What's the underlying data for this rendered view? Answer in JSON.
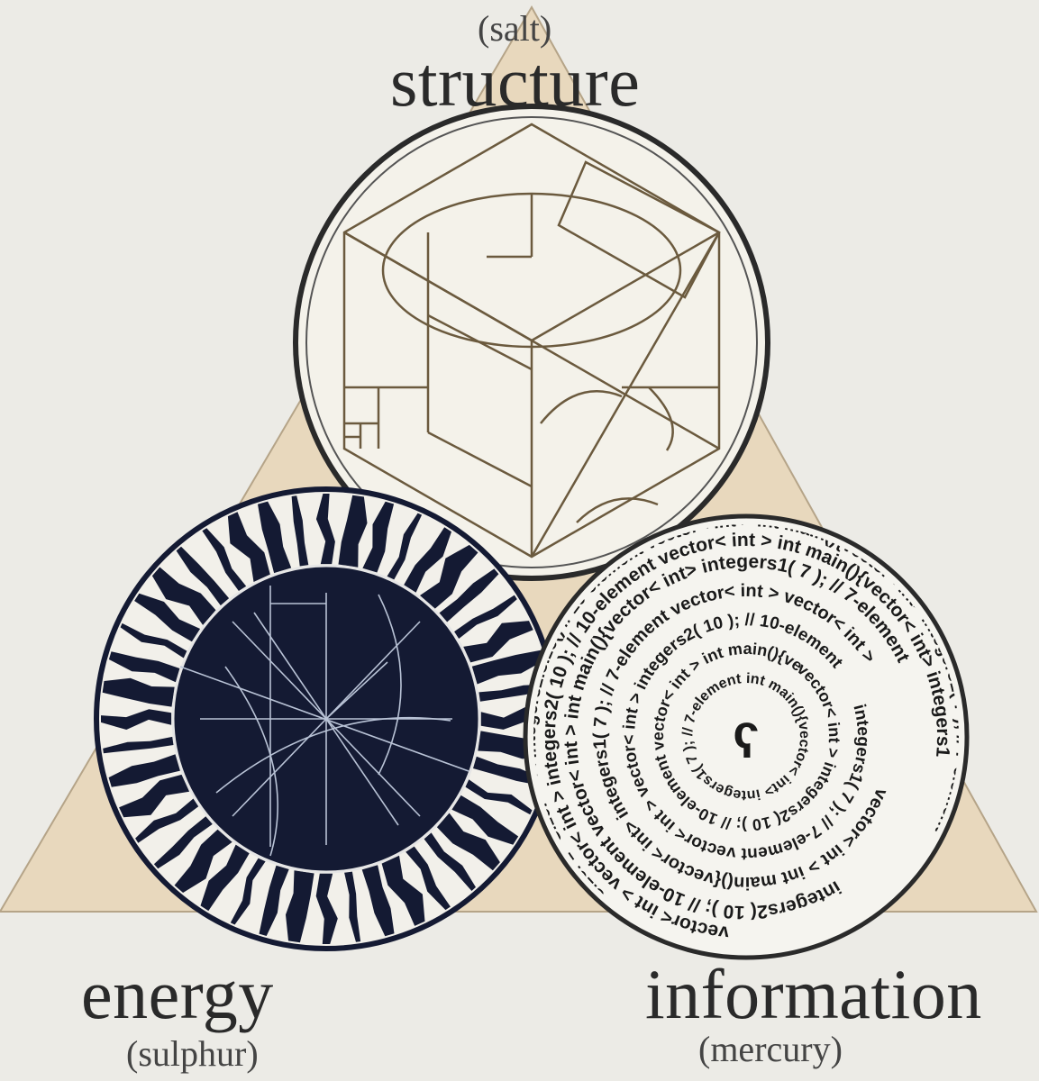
{
  "labels": {
    "top_sub": "(salt)",
    "top_main": "structure",
    "left_main": "energy",
    "left_sub": "(sulphur)",
    "right_main": "information",
    "right_sub": "(mercury)"
  },
  "information_circle": {
    "center_glyph": "ҁ",
    "rings": [
      "int main(){vector< int> integers1( 7 ); // 7-element vector< int >",
      "vector< int > integers2( 10 ); // 10-element vector< int > int main(){vector< int>",
      "integers1( 7 ); // 7-element vector< int > vector< int > integers2( 10 ); // 10-element",
      "vector< int > int main(){vector< int> integers1( 7 ); // 7-element vector< int > vector< int >",
      "integers2( 10 ); // 10-element vector< int > int main(){vector< int> integers1( 7 ); // 7-element",
      "vector< int > vector< int > integers2( 10 ); // 10-element vector< int > int main(){vector< int> integers1",
      "size: 1 \"Size: \" << integers2.size() // 10-element vector< int > int main(){vector< int> integers1( 7 ); // 7-element"
    ]
  },
  "colors": {
    "background": "#ecebe6",
    "triangle_fill": "#e8d8bd",
    "ink": "#2a2a2a",
    "energy_core": "#141a33",
    "energy_lines": "#b9c3d6"
  }
}
